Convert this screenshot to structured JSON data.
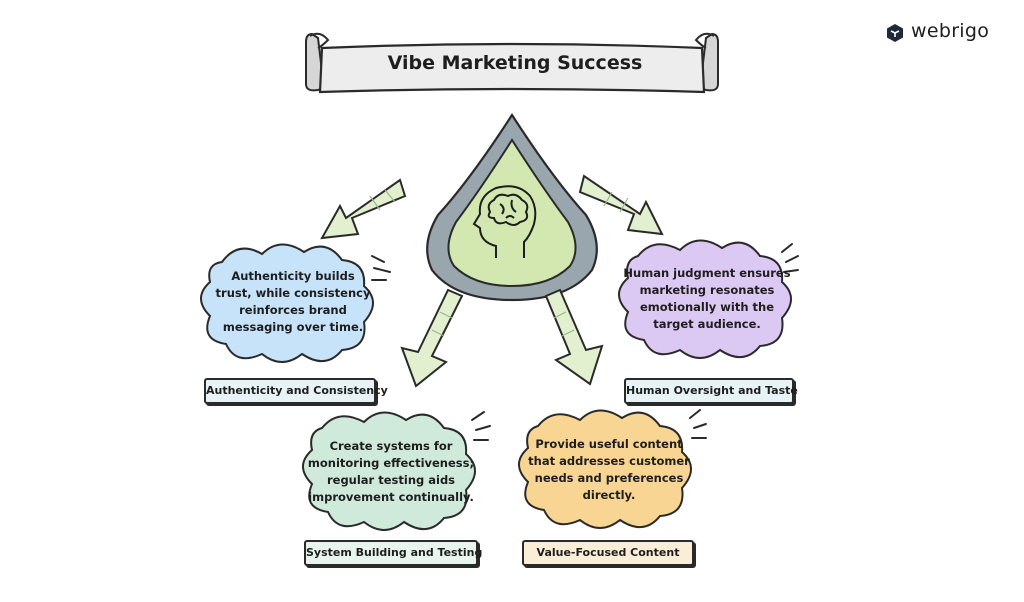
{
  "title": "Vibe Marketing Success",
  "brand": {
    "name": "webrigo"
  },
  "nodes": [
    {
      "id": "authenticity",
      "label": "Authenticity and Consistency",
      "text": [
        "Authenticity builds",
        "trust, while consistency",
        "reinforces brand",
        "messaging over time."
      ],
      "color": "#c6e3fa"
    },
    {
      "id": "human",
      "label": "Human Oversight and Taste",
      "text": [
        "Human judgment ensures",
        "marketing resonates",
        "emotionally with the",
        "target audience."
      ],
      "color": "#dcc9f3"
    },
    {
      "id": "system",
      "label": "System Building and Testing",
      "text": [
        "Create systems for",
        "monitoring effectiveness;",
        "regular testing aids",
        "improvement continually."
      ],
      "color": "#cfeadb"
    },
    {
      "id": "value",
      "label": "Value-Focused Content",
      "text": [
        "Provide useful content",
        "that addresses customer",
        "needs and preferences",
        "directly."
      ],
      "color": "#f9d594"
    }
  ],
  "colors": {
    "drop": "#d2e8b0",
    "arrow": "#e2f0cf",
    "banner": "#ededed",
    "label_default": "#e8f3f7",
    "label_value": "#fbeed9",
    "label_system": "#e8f5ee"
  },
  "icons": {
    "center": "head-brain-icon",
    "logo": "webrigo-logo-icon"
  }
}
